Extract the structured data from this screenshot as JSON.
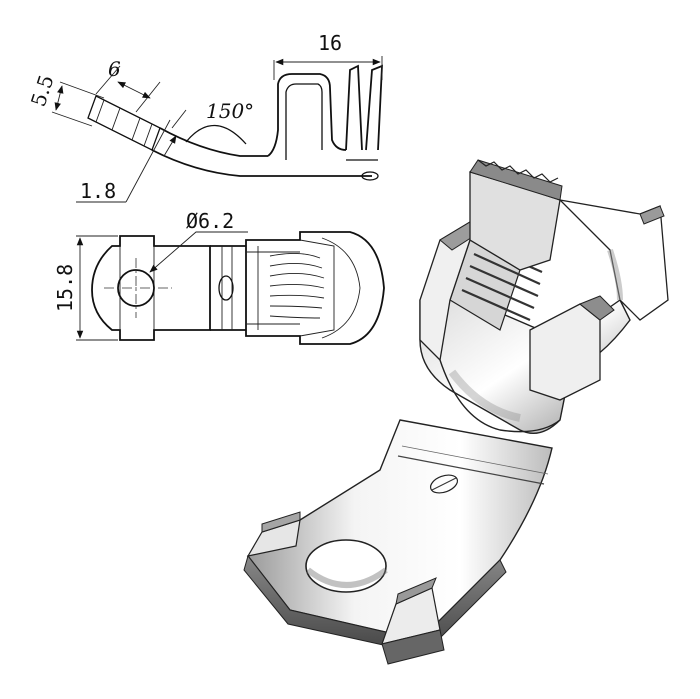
{
  "dimensions": {
    "thickness_label": "5.5",
    "tab_width_label": "6",
    "angle_label": "150°",
    "overall_length_label": "16",
    "sheet_thickness_label": "1.8",
    "hole_diameter_label": "Ø6.2",
    "overall_width_label": "15.8"
  },
  "colors": {
    "line": "#111111",
    "metal_light": "#f2f2f2",
    "metal_mid": "#c8c8c8",
    "metal_dark": "#555555"
  }
}
